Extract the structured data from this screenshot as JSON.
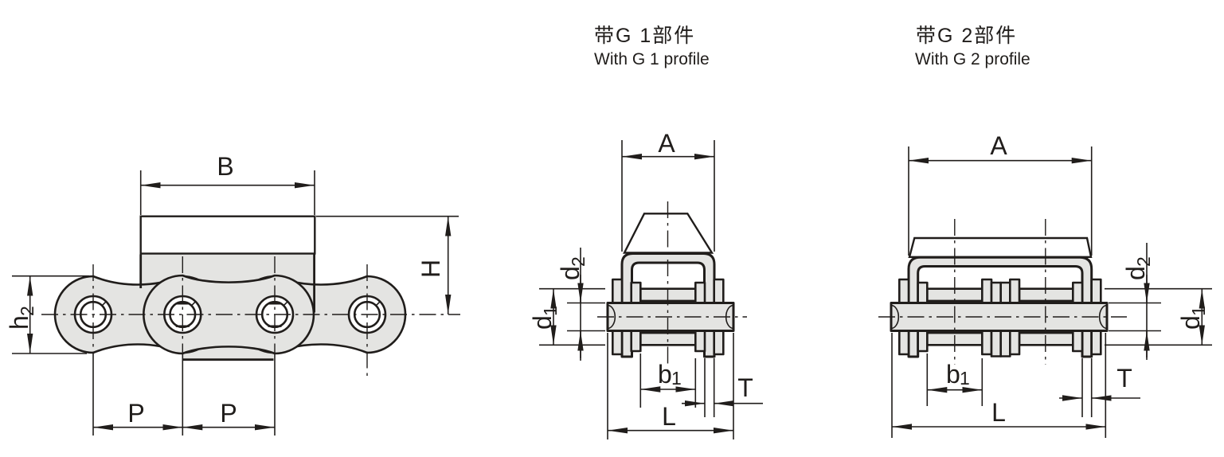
{
  "titles": {
    "g1": {
      "zh": "带G 1部件",
      "en": "With G 1 profile"
    },
    "g2": {
      "zh": "带G 2部件",
      "en": "With G 2 profile"
    }
  },
  "left_view": {
    "B": "B",
    "H": "H",
    "h2": {
      "base": "h",
      "sub": "2"
    },
    "P_left": "P",
    "P_right": "P"
  },
  "g1_view": {
    "A": "A",
    "d1": {
      "base": "d",
      "sub": "1"
    },
    "d2": {
      "base": "d",
      "sub": "2"
    },
    "b1": {
      "base": "b",
      "sub": "1"
    },
    "T": "T",
    "L": "L"
  },
  "g2_view": {
    "A": "A",
    "d1": {
      "base": "d",
      "sub": "1"
    },
    "d2": {
      "base": "d",
      "sub": "2"
    },
    "b1": {
      "base": "b",
      "sub": "1"
    },
    "T": "T",
    "L": "L"
  },
  "colors": {
    "profile_blue": "#b9d3e2",
    "part_grey": "#e4e4e2",
    "line": "#201d1b",
    "background": "#ffffff"
  }
}
